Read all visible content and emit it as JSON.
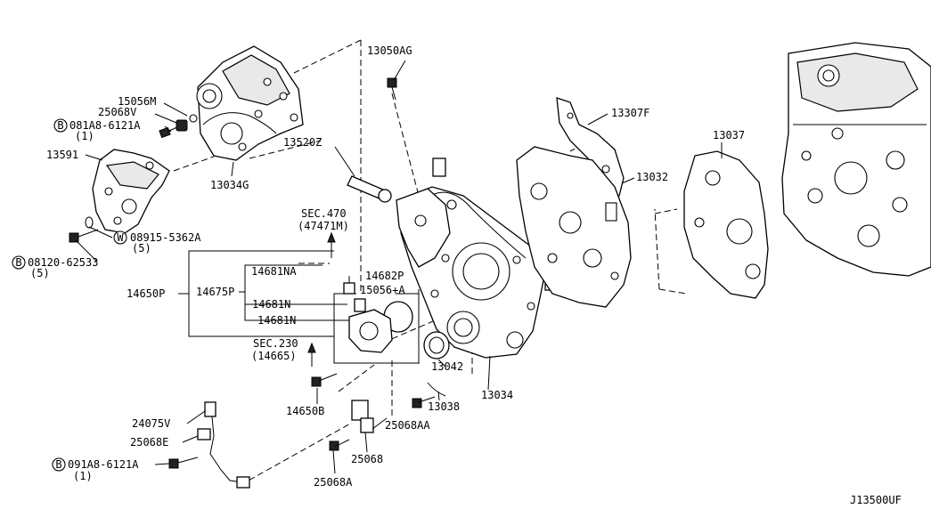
{
  "diagram_id": "J13500UF",
  "callouts": {
    "p13050AG": "13050AG",
    "p15056M": "15056M",
    "p25068V": "25068V",
    "p081A8_top_code": "081A8-6121A",
    "p081A8_top_qty": "(1)",
    "p13591": "13591",
    "p13034G": "13034G",
    "p13520Z": "13520Z",
    "p13307F": "13307F",
    "p13037": "13037",
    "p13032": "13032",
    "sec470_a": "SEC.470",
    "sec470_b": "(47471M)",
    "p08915_code": "08915-5362A",
    "p08915_qty": "(5)",
    "p08120_code": "08120-62533",
    "p08120_qty": "(5)",
    "p14681NA": "14681NA",
    "p14682P": "14682P",
    "p14650P": "14650P",
    "p14675P": "14675P",
    "p15056A": "15056+A",
    "p14681N_a": "14681N",
    "p14681N_b": "14681N",
    "sec230_a": "SEC.230",
    "sec230_b": "(14665)",
    "p13042": "13042",
    "p13034": "13034",
    "p13038": "13038",
    "p14650B": "14650B",
    "p25068AA": "25068AA",
    "p24075V": "24075V",
    "p25068E": "25068E",
    "p081A8_bot_code": "091A8-6121A",
    "p081A8_bot_qty": "(1)",
    "p25068": "25068",
    "p25068A": "25068A"
  },
  "markers": {
    "bolt_symbol": "B",
    "washer_symbol": "W"
  }
}
